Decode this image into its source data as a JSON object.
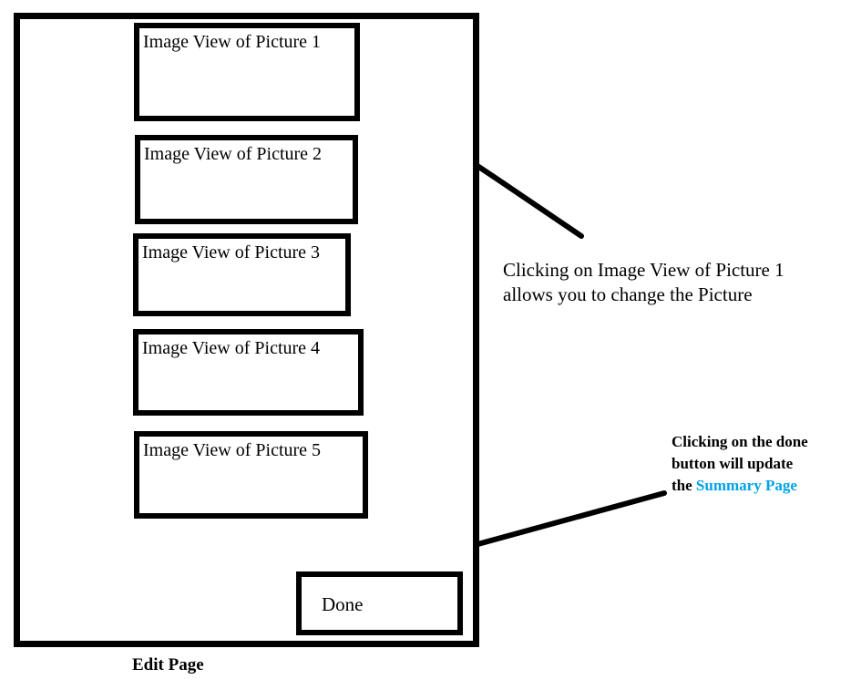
{
  "page": {
    "title": "Edit Page",
    "image_views": [
      {
        "label": "Image View of Picture 1"
      },
      {
        "label": "Image View of Picture 2"
      },
      {
        "label": "Image View of Picture 3"
      },
      {
        "label": "Image View of Picture 4"
      },
      {
        "label": "Image View of Picture 5"
      }
    ],
    "done_button_label": "Done"
  },
  "annotations": {
    "picture1_note": {
      "line1": "Clicking on Image View of Picture 1",
      "line2": "allows you to change the Picture"
    },
    "done_note": {
      "line1": "Clicking on the done",
      "line2": "button will update",
      "line3_prefix": "the ",
      "line3_link": "Summary Page"
    }
  },
  "colors": {
    "ink": "#000000",
    "link_blue": "#00A2E8"
  }
}
